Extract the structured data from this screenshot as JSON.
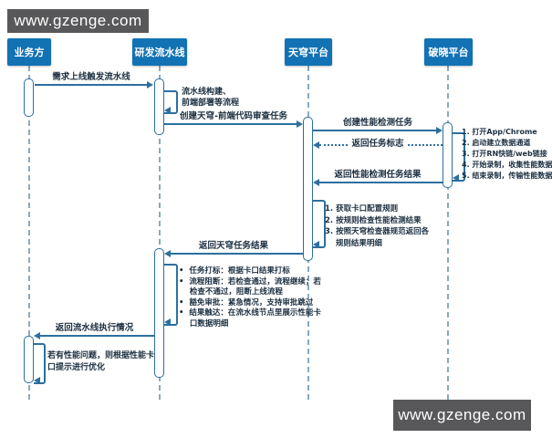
{
  "watermark": {
    "top_text": "www.gzenge.com",
    "bottom_text": "www.gzenge.com"
  },
  "diagram": {
    "type": "sequence-diagram",
    "actors": [
      {
        "id": "business",
        "label": "业务方"
      },
      {
        "id": "pipeline",
        "label": "研发流水线"
      },
      {
        "id": "tianqiong",
        "label": "天穹平台"
      },
      {
        "id": "poxiao",
        "label": "破晓平台"
      }
    ],
    "messages": [
      {
        "label": "需求上线触发流水线",
        "from": "业务方",
        "to": "研发流水线",
        "style": "solid"
      },
      {
        "label": "流水线构建、\n前端部署等流程",
        "from": "研发流水线",
        "to": "研发流水线",
        "style": "self"
      },
      {
        "label": "创建天穹-前端代码审查任务",
        "from": "研发流水线",
        "to": "天穹平台",
        "style": "solid"
      },
      {
        "label": "创建性能检测任务",
        "from": "天穹平台",
        "to": "破晓平台",
        "style": "solid"
      },
      {
        "label": "返回任务标志",
        "from": "破晓平台",
        "to": "天穹平台",
        "style": "dotted"
      },
      {
        "label": "1. 打开App/Chrome\n2. 启动建立数据通道\n3. 打开RN快链/web链接\n4. 开始录制，收集性能数据\n5. 结束录制，传输性能数据",
        "from": "破晓平台",
        "to": "破晓平台",
        "style": "self"
      },
      {
        "label": "返回性能检测任务结果",
        "from": "破晓平台",
        "to": "天穹平台",
        "style": "solid"
      },
      {
        "label": "1. 获取卡口配置规则\n2. 按规则检查性能检测结果\n3. 按照天穹检查器规范返回各\n    规则结果明细",
        "from": "天穹平台",
        "to": "天穹平台",
        "style": "self"
      },
      {
        "label": "返回天穹任务结果",
        "from": "天穹平台",
        "to": "研发流水线",
        "style": "solid"
      },
      {
        "label": "•  任务打标：根据卡口结果打标\n•  流程阻断：若检查通过，流程继续；若\n    检查不通过，阻断上线流程\n•  豁免审批：紧急情况，支持审批跳过\n•  结果触达：在流水线节点里展示性能卡\n    口数据明细",
        "from": "研发流水线",
        "to": "研发流水线",
        "style": "self"
      },
      {
        "label": "返回流水线执行情况",
        "from": "研发流水线",
        "to": "业务方",
        "style": "solid"
      },
      {
        "label": "若有性能问题，则根据性能卡\n口提示进行优化",
        "from": "业务方",
        "to": "业务方",
        "style": "self"
      }
    ]
  },
  "colors": {
    "actor_fill": "#1272b4",
    "actor_text": "#ffffff",
    "arrow_line": "#2d6f9f",
    "lifeline": "#8aa9bf",
    "text": "#1c2f40",
    "watermark_bg": "#58585a",
    "watermark_text": "#ffffff",
    "background": "#ffffff"
  }
}
